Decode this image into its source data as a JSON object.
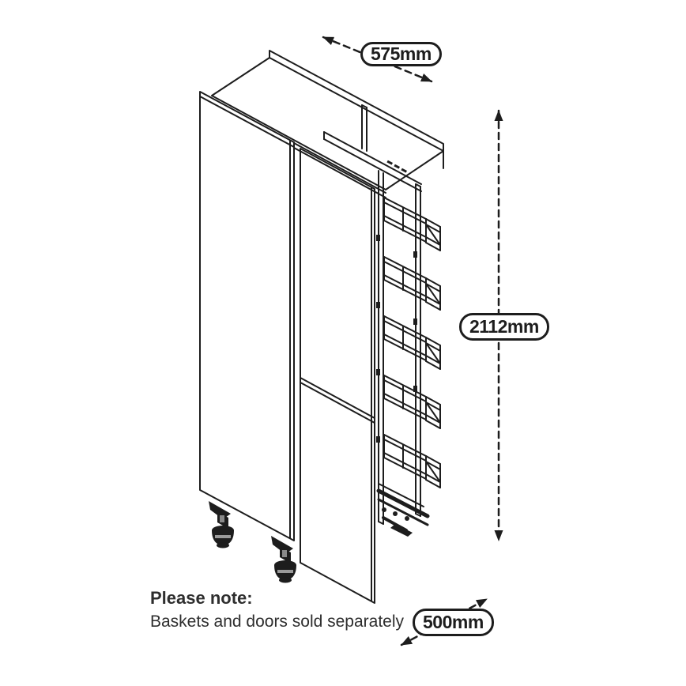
{
  "diagram": {
    "type": "product-dimension-line-drawing",
    "subject": "tall larder cabinet with pull-out frame and wire baskets",
    "basket_count": 5,
    "foot_count": 2,
    "line_color": "#1d1d1d",
    "background": "#ffffff"
  },
  "dimensions": {
    "depth_label": "575mm",
    "height_label": "2112mm",
    "width_label": "500mm"
  },
  "note": {
    "title": "Please note:",
    "body": "Baskets and doors sold separately"
  }
}
